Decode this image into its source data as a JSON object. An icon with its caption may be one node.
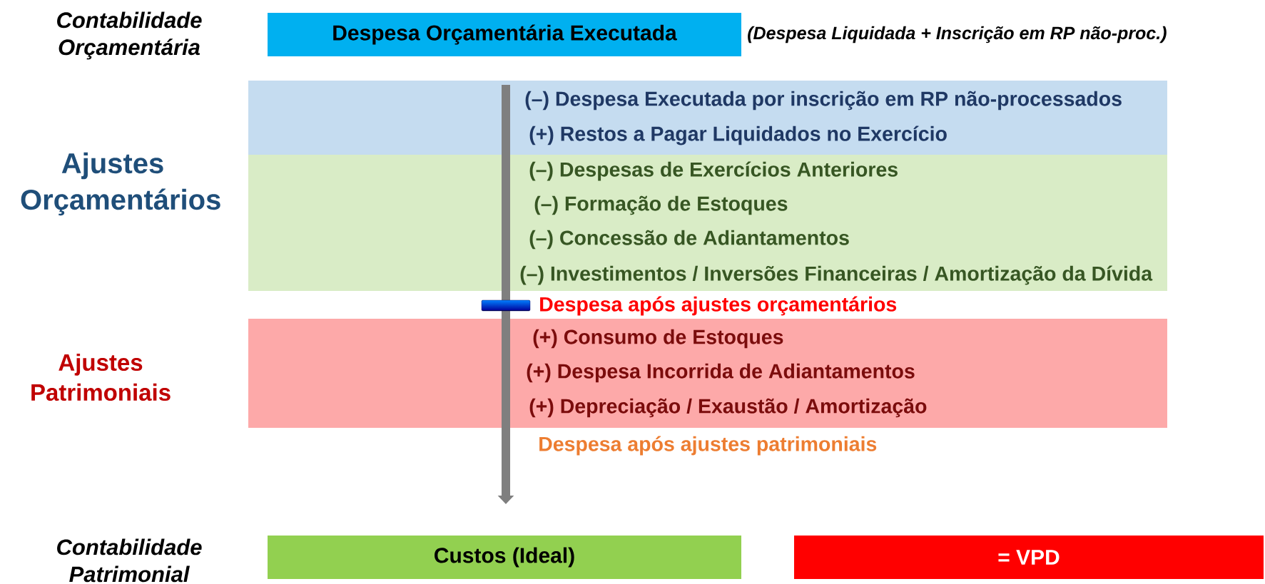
{
  "diagram": {
    "nodes": [
      {
        "text": [
          "Despesa Orçamentária Executada"
        ],
        "beside": [
          "(Despesa Liquidada + Inscrição em RP não-proc.)"
        ]
      },
      {
        "text": [
          "(–) Despesa Executada por inscrição em RP não-processados",
          "(+) Restos a Pagar Liquidados no Exercício"
        ]
      },
      {
        "text": [
          "(–) Despesas de Exercícios Anteriores",
          "(–) Formação de Estoques",
          "(–) Concessão de Adiantamentos",
          "(–) Investimentos / Inversões Financeiras / Amortização da Dívida"
        ]
      },
      {
        "text": [
          "(+) Consumo de Estoques",
          "(+) Despesa Incorrida de Adiantamentos",
          "(+) Depreciação / Exaustão / Amortização"
        ]
      },
      {
        "text": [
          "Custos (Ideal)"
        ]
      },
      {
        "text": [
          "= VPD"
        ]
      }
    ],
    "labels": [
      "Contabilidade Orçamentária",
      "Ajustes Orçamentários",
      "Despesa após ajustes orçamentários",
      "Ajustes Patrimoniais",
      "Despesa após ajustes patrimoniais",
      "Contabilidade Patrimonial"
    ]
  }
}
